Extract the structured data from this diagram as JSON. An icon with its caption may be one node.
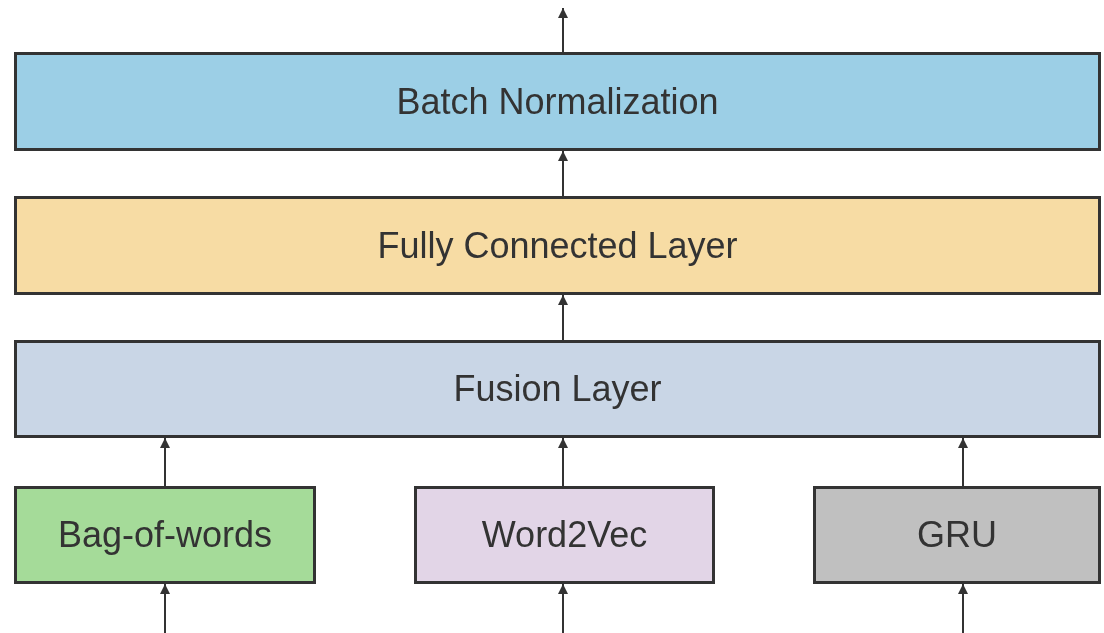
{
  "diagram": {
    "nodes": [
      {
        "text": [
          "Batch Normalization"
        ]
      },
      {
        "text": [
          "Fully Connected Layer"
        ]
      },
      {
        "text": [
          "Fusion Layer"
        ]
      },
      {
        "text": [
          "Bag-of-words"
        ]
      },
      {
        "text": [
          "Word2Vec"
        ]
      },
      {
        "text": [
          "GRU"
        ]
      }
    ],
    "edges": [
      {
        "from": null,
        "to": 3,
        "arrow": "to"
      },
      {
        "from": null,
        "to": 4,
        "arrow": "to"
      },
      {
        "from": null,
        "to": 5,
        "arrow": "to"
      },
      {
        "from": 3,
        "to": 2,
        "arrow": "to"
      },
      {
        "from": 4,
        "to": 2,
        "arrow": "to"
      },
      {
        "from": 5,
        "to": 2,
        "arrow": "to"
      },
      {
        "from": 2,
        "to": 1,
        "arrow": "to"
      },
      {
        "from": 1,
        "to": 0,
        "arrow": "to"
      },
      {
        "from": 0,
        "to": null,
        "arrow": "to"
      }
    ]
  }
}
